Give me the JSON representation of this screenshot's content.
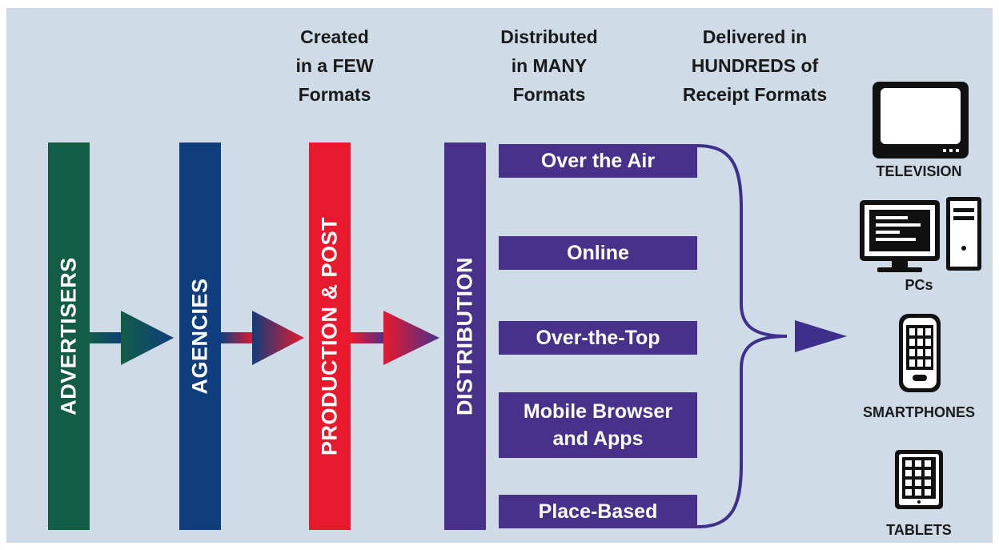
{
  "headers": {
    "created": "Created\nin a FEW\nFormats",
    "distributed": "Distributed\nin MANY\nFormats",
    "delivered": "Delivered in\nHUNDREDS of\nReceipt Formats"
  },
  "stages": [
    {
      "label": "ADVERTISERS",
      "color": "#135c45"
    },
    {
      "label": "AGENCIES",
      "color": "#0f3d7d"
    },
    {
      "label": "PRODUCTION & POST",
      "color": "#e8192d"
    },
    {
      "label": "DISTRIBUTION",
      "color": "#47318a"
    }
  ],
  "channels": [
    "Over the Air",
    "Online",
    "Over-the-Top",
    "Mobile Browser\nand Apps",
    "Place-Based"
  ],
  "devices": [
    {
      "label": "TELEVISION",
      "icon": "television-icon"
    },
    {
      "label": "PCs",
      "icon": "pc-icon"
    },
    {
      "label": "SMARTPHONES",
      "icon": "smartphone-icon"
    },
    {
      "label": "TABLETS",
      "icon": "tablet-icon"
    }
  ],
  "colors": {
    "background": "#cfdbe6",
    "channel": "#47318a",
    "flow_arrow": "#3f2f8c"
  }
}
